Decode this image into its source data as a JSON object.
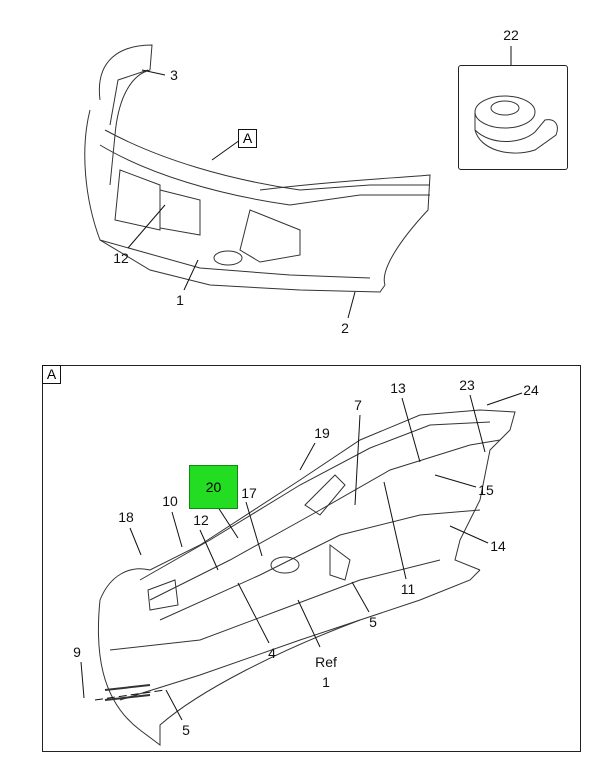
{
  "top_view": {
    "view_ref": "A",
    "callouts": [
      "3",
      "12",
      "1",
      "2",
      "22"
    ]
  },
  "detail_view": {
    "title": "A",
    "highlighted_callout": "20",
    "callouts": [
      "13",
      "23",
      "24",
      "7",
      "19",
      "15",
      "17",
      "10",
      "12",
      "18",
      "14",
      "11",
      "5",
      "4",
      "9",
      "5"
    ],
    "ref_label": "Ref",
    "ref_number": "1"
  },
  "colors": {
    "highlight": "#22dd22",
    "line": "#222222"
  }
}
